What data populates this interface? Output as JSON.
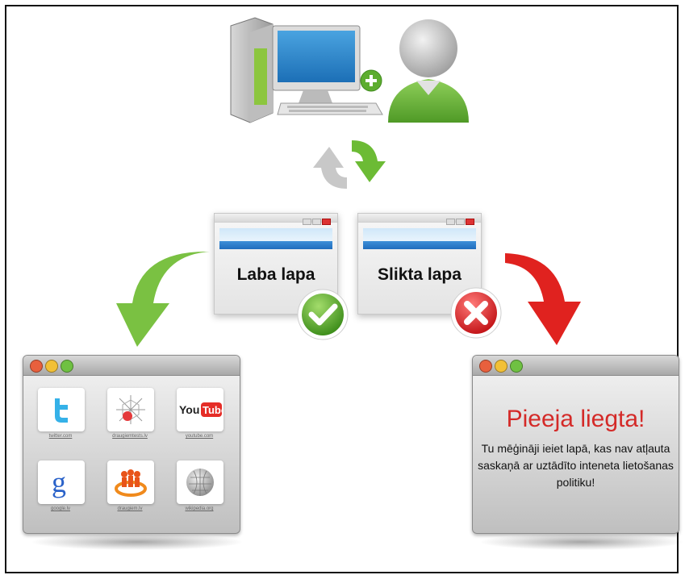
{
  "center_cards": {
    "good_label": "Laba lapa",
    "bad_label": "Slikta lapa"
  },
  "allowed_window": {
    "tiles": [
      {
        "icon": "twitter-icon",
        "caption": "twitter.com"
      },
      {
        "icon": "draugiem-spider-icon",
        "caption": "draugiemtests.lv"
      },
      {
        "icon": "youtube-icon",
        "caption": "youtube.com"
      },
      {
        "icon": "google-icon",
        "caption": "google.lv"
      },
      {
        "icon": "draugiem-people-icon",
        "caption": "draugiem.lv"
      },
      {
        "icon": "wikipedia-icon",
        "caption": "wikipedia.org"
      }
    ]
  },
  "denied_window": {
    "title": "Pieeja liegta!",
    "message": "Tu mēģināji ieiet lapā, kas nav atļauta saskaņā ar uztādīto inteneta lietošanas politiku!"
  },
  "colors": {
    "green": "#7ac142",
    "red": "#e0221f",
    "blue": "#1f6dbd"
  }
}
